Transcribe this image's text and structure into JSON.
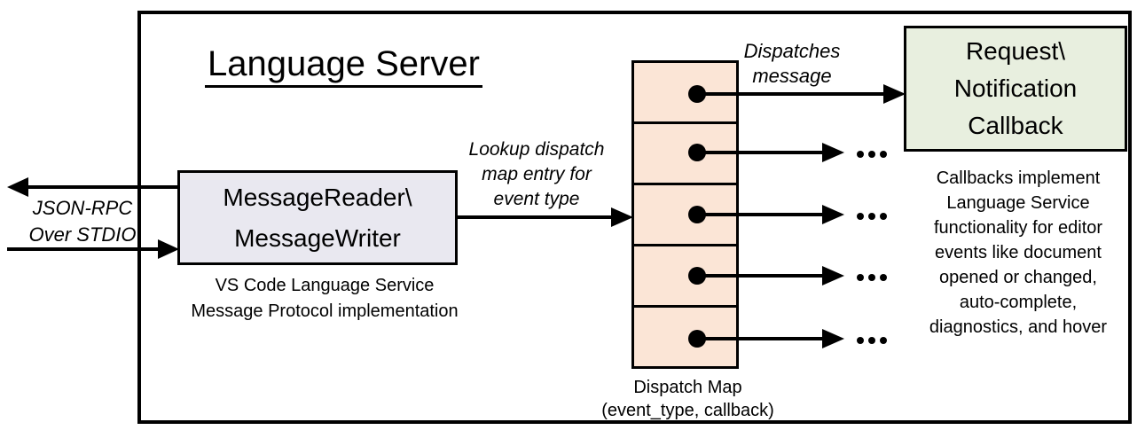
{
  "colors": {
    "background": "#FFFFFF",
    "line": "#000000",
    "message_box_fill": "#E9E8F0",
    "dispatch_map_fill": "#FBE5D6",
    "callback_box_fill": "#E8EFDF"
  },
  "diagram": {
    "title": "Language Server",
    "stdio_label": "JSON-RPC\nOver STDIO",
    "message_box": "MessageReader\\\nMessageWriter",
    "message_box_caption": "VS Code Language Service\nMessage Protocol implementation",
    "lookup_label": "Lookup dispatch\nmap entry for\nevent type",
    "dispatches_label": "Dispatches\nmessage",
    "dispatch_map_caption": "Dispatch Map\n(event_type, callback)",
    "dispatch_map_rows": 5,
    "callback_box": "Request\\\nNotification\nCallback",
    "callbacks_note": "Callbacks implement\nLanguage Service\nfunctionality for editor\nevents like document\nopened or changed,\nauto-complete,\ndiagnostics, and hover"
  }
}
